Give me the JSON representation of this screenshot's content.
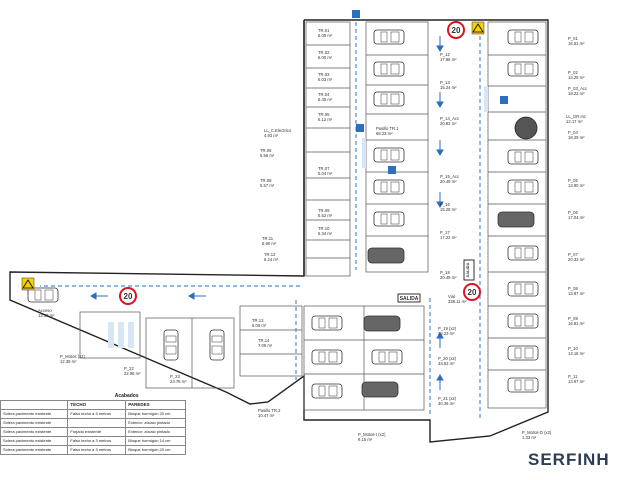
{
  "brand": {
    "name": "SERFINH"
  },
  "signs": {
    "speed_limit": "20",
    "salida": "SALIDA",
    "salida2": "SALIDA"
  },
  "left_column": [
    {
      "name": "TR.01",
      "area": "6.09 m²"
    },
    {
      "name": "TR.02",
      "area": "6.00 m²"
    },
    {
      "name": "TR.03",
      "area": "6.03 m²"
    },
    {
      "name": "TR.04",
      "area": "6.45 m²"
    },
    {
      "name": "TR.05",
      "area": "6.12 m²"
    },
    {
      "name": "LL_C.Electrico",
      "area": "4.93 m²"
    },
    {
      "name": "TR.06",
      "area": "5.56 m²"
    },
    {
      "name": "TR.07",
      "area": "5.04 m²"
    },
    {
      "name": "TR.08",
      "area": "5.57 m²"
    },
    {
      "name": "TR.09",
      "area": "5.52 m²"
    },
    {
      "name": "TR.10",
      "area": "5.34 m²"
    },
    {
      "name": "TR.11",
      "area": "6.90 m²"
    },
    {
      "name": "TR.12",
      "area": "6.24 m²"
    }
  ],
  "center_column": [
    {
      "name": "P_12",
      "area": "17.86 m²"
    },
    {
      "name": "P_13",
      "area": "15.24 m²"
    },
    {
      "name": "P_14_Acc",
      "area": "20.82 m²"
    },
    {
      "name": "Pasillo TR.1",
      "area": "68.23 m²"
    },
    {
      "name": "P_15_Acc",
      "area": "20.49 m²"
    },
    {
      "name": "P_16",
      "area": "15.28 m²"
    },
    {
      "name": "P_17",
      "area": "17.22 m²"
    },
    {
      "name": "P_18",
      "area": "20.49 m²"
    }
  ],
  "right_column": [
    {
      "name": "P_01",
      "area": "16.51 m²"
    },
    {
      "name": "P_02",
      "area": "13.25 m²"
    },
    {
      "name": "P_03_Acc",
      "area": "18.22 m²"
    },
    {
      "name": "LL_GR.Inc",
      "area": "12.17 m²"
    },
    {
      "name": "P_04",
      "area": "18.29 m²"
    },
    {
      "name": "P_05",
      "area": "13.90 m²"
    },
    {
      "name": "P_06",
      "area": "17.04 m²"
    },
    {
      "name": "P_07",
      "area": "20.33 m²"
    },
    {
      "name": "P_08",
      "area": "13.87 m²"
    },
    {
      "name": "P_09",
      "area": "16.81 m²"
    },
    {
      "name": "P_10",
      "area": "13.16 m²"
    },
    {
      "name": "P_11",
      "area": "13.97 m²"
    }
  ],
  "lower_labels": {
    "vial": {
      "name": "Vial",
      "area": "338.11 m²"
    },
    "p19": {
      "name": "P_19 (x2)",
      "area": "33.23 m²"
    },
    "p20": {
      "name": "P_20 (x2)",
      "area": "33.53 m²"
    },
    "p21": {
      "name": "P_21 (x2)",
      "area": "30.36 m²"
    },
    "tr13": {
      "name": "TR.13",
      "area": "6.00 m²"
    },
    "tr14": {
      "name": "TR.14",
      "area": "7.09 m²"
    },
    "pasillo_tr2": {
      "name": "Pasillo TR.2",
      "area": "10.47 m²"
    },
    "motos_i": {
      "name": "P_Motos-I (x2)",
      "area": "9.15 m²"
    },
    "motos_d": {
      "name": "P_Motos-D (x2)",
      "area": "1.33 m²"
    },
    "acceso": {
      "name": "Acceso",
      "area": "12.40 m²"
    },
    "motos_x2": {
      "name": "P_Motos (x2)",
      "area": "12.39 m²"
    },
    "p22": {
      "name": "P_22",
      "area": "22.96 m²"
    },
    "p23": {
      "name": "P_23",
      "area": "23.78 m²"
    }
  },
  "finishes": {
    "title": "Acabados",
    "headers": [
      "TECHO",
      "PAREDES"
    ],
    "rows": [
      {
        "suelo": "Solera pavimento existente",
        "techo": "Falso techo a 3 metros",
        "paredes": "Bloque hormigón 20 cm"
      },
      {
        "suelo": "Solera pavimento existente",
        "techo": "",
        "paredes": "Exterior: zócalo pintado"
      },
      {
        "suelo": "Solera pavimento existente",
        "techo": "Forjado existente",
        "paredes": "Exterior: zócalo pintado"
      },
      {
        "suelo": "Solera pavimento existente",
        "techo": "Falso techo a 3 metros",
        "paredes": "Bloque hormigón 14 cm"
      },
      {
        "suelo": "Solera pavimento existente",
        "techo": "Falso techo a 3 metros",
        "paredes": "Bloque hormigón 20 cm"
      }
    ]
  }
}
